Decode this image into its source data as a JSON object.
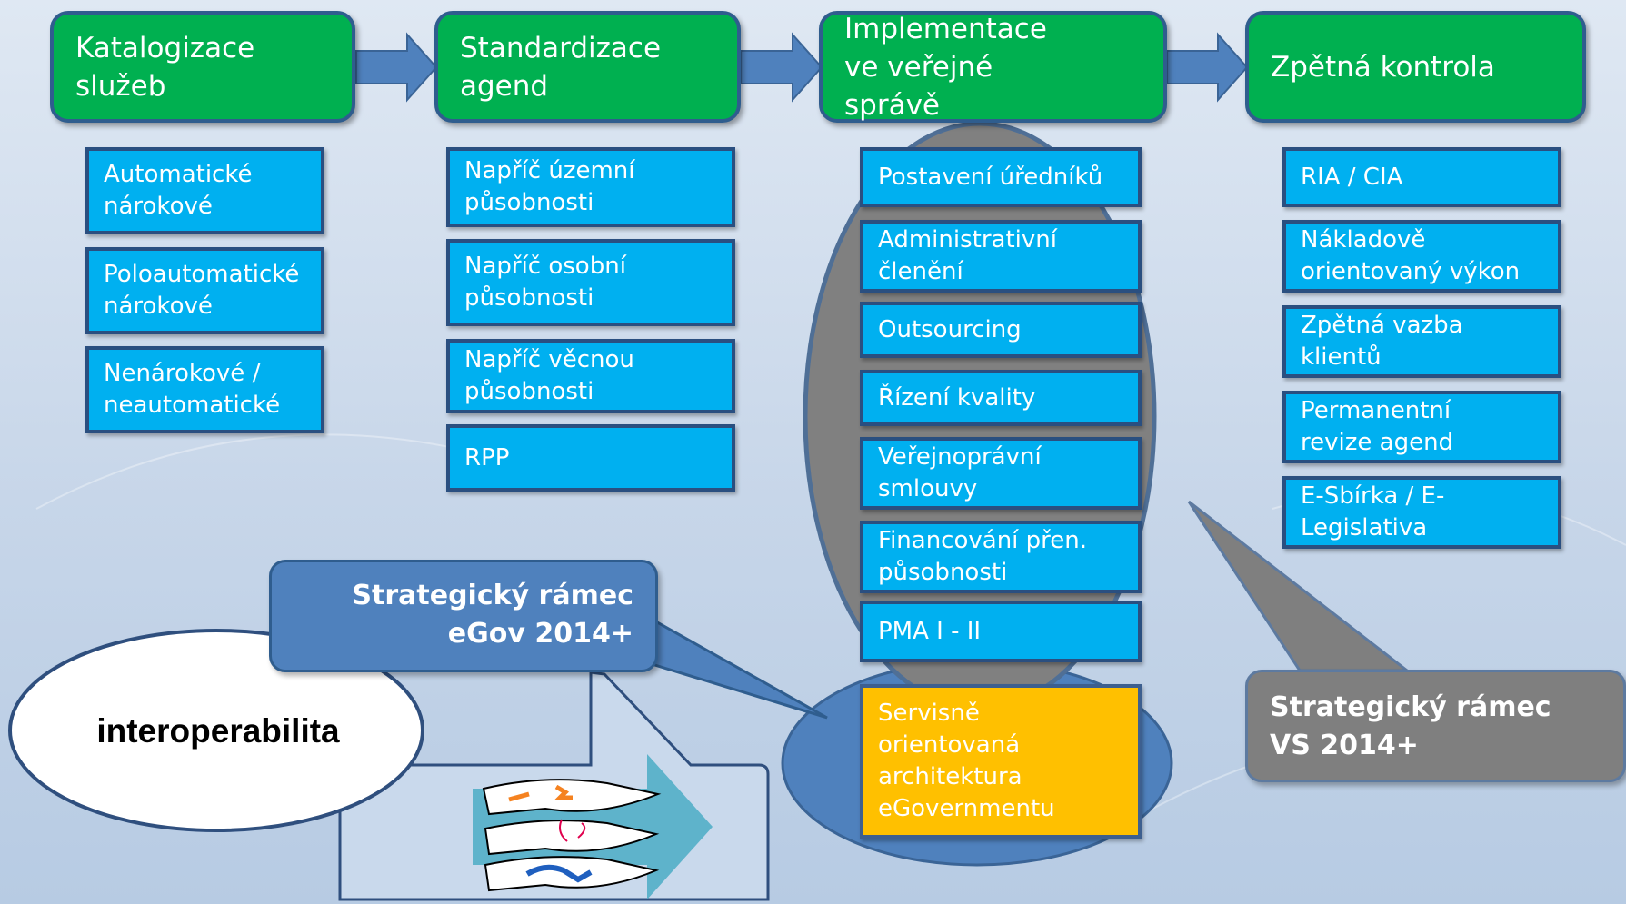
{
  "stages": [
    "Katalogizace služeb",
    "Standardizace agend",
    "Implementace ve veřejné správě",
    "Zpětná kontrola"
  ],
  "column1": [
    "Automatické nárokové",
    "Poloautomatické nárokové",
    "Nenárokové / neautomatické"
  ],
  "column2": [
    "Napříč územní působnosti",
    "Napříč osobní působnosti",
    "Napříč věcnou působnosti",
    "RPP"
  ],
  "column3": [
    "Postavení úředníků",
    "Administrativní členění",
    "Outsourcing",
    "Řízení kvality",
    "Veřejnoprávní smlouvy",
    "Financování přen. působnosti",
    "PMA I - II"
  ],
  "column3_highlight": "Servisně orientovaná architektura eGovernmentu",
  "column4": [
    "RIA / CIA",
    "Nákladově orientovaný výkon",
    "Zpětná vazba klientů",
    "Permanentní revize agend",
    "E-Sbírka / E-Legislativa"
  ],
  "callouts": {
    "egov": "Strategický rámec eGov 2014+",
    "vs": "Strategický rámec VS 2014+"
  },
  "interoperability": "interoperabilita",
  "colors": {
    "stage_green": "#00b050",
    "item_blue": "#00b0f0",
    "highlight_gold": "#ffc000",
    "egov_callout": "#4f81bd",
    "vs_callout": "#7f7f7f",
    "ellipse_gray": "#808080"
  }
}
